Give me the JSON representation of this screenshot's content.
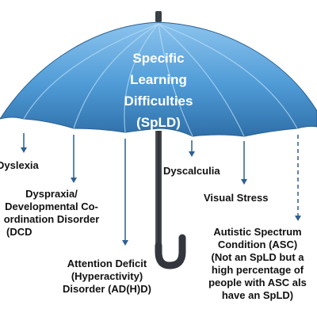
{
  "title_lines": [
    "Specific",
    "Learning",
    "Difficulties",
    "(SpLD)"
  ],
  "labels": {
    "dyslexia": [
      "Dyslexia"
    ],
    "dyspraxia": [
      "Dyspraxia/",
      "Developmental Co-",
      "ordination Disorder",
      "(DCD"
    ],
    "adhd": [
      "Attention Deficit",
      "(Hyperactivity)",
      "Disorder (AD(H)D)"
    ],
    "dyscalculia": [
      "Dyscalculia"
    ],
    "visual_stress": [
      "Visual Stress"
    ],
    "asc": [
      "Autistic Spectrum",
      "Condition (ASC)",
      "(Not an SpLD but a",
      "high percentage of",
      "people with ASC als",
      "have an SpLD)"
    ]
  },
  "colors": {
    "canopy_light": "#8cc4ee",
    "canopy_mid": "#4f9bd6",
    "canopy_dark": "#2f6fa9",
    "handle": "#3a3e45",
    "arrow": "#2f5f8f",
    "title_text": "#ffffff"
  }
}
